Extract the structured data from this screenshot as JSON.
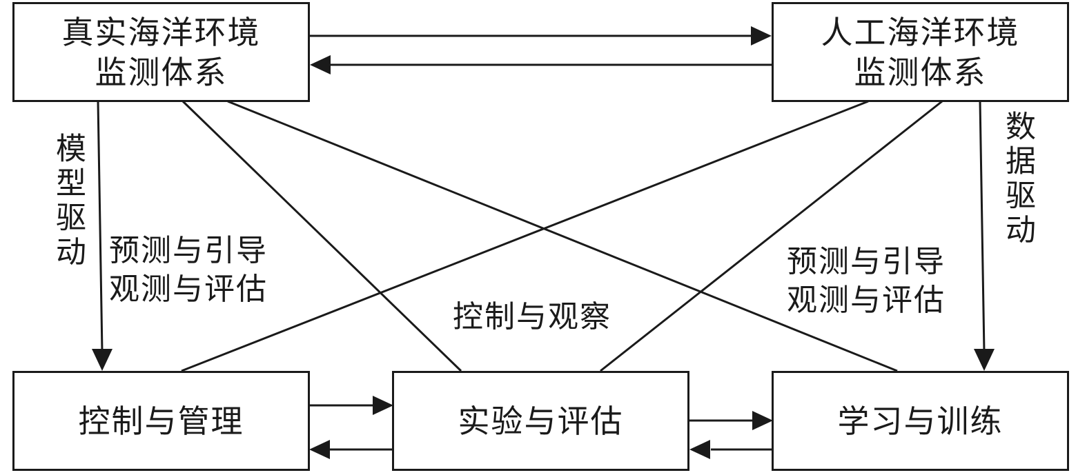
{
  "nodes": {
    "real_system": {
      "line1": "真实海洋环境",
      "line2": "监测体系"
    },
    "artificial_system": {
      "line1": "人工海洋环境",
      "line2": "监测体系"
    },
    "control_management": {
      "label": "控制与管理"
    },
    "experiment_evaluation": {
      "label": "实验与评估"
    },
    "learning_training": {
      "label": "学习与训练"
    }
  },
  "labels": {
    "model_driven": "模型驱动",
    "data_driven": "数据驱动",
    "left_forecast": {
      "line1": "预测与引导",
      "line2": "观测与评估"
    },
    "right_forecast": {
      "line1": "预测与引导",
      "line2": "观测与评估"
    },
    "control_observe": "控制与观察"
  }
}
